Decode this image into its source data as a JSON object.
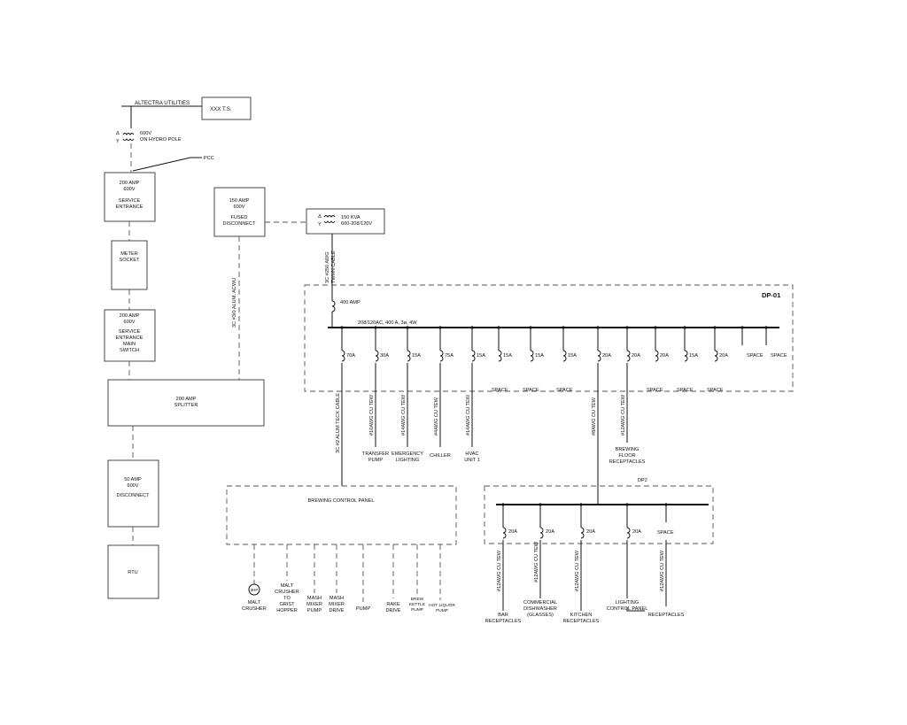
{
  "utility": {
    "name": "ALTECTRA UTILITIES",
    "ts": "XXX T.S.",
    "xfmr_line1": "600V",
    "xfmr_line2": "ON HYDRO POLE",
    "delta": "Δ",
    "wye": "Y",
    "pcc": "PCC"
  },
  "service_entrance": {
    "line1": "200 AMP",
    "line2": "600V",
    "line3": "SERVICE",
    "line4": "ENTRANCE"
  },
  "meter": {
    "line1": "METER",
    "line2": "SOCKET"
  },
  "main_switch": {
    "line1": "200 AMP",
    "line2": "600V",
    "line3": "SERVICE",
    "line4": "ENTRANCE",
    "line5": "MAIN",
    "line6": "SWITCH"
  },
  "splitter": {
    "line1": "200 AMP",
    "line2": "SPLITTER"
  },
  "disconnect50": {
    "line1": "50 AMP",
    "line2": "600V",
    "line3": "DISCONNECT"
  },
  "rtu": {
    "label": "RTU"
  },
  "fused": {
    "line1": "150 AMP",
    "line2": "600V",
    "line3": "FUSED",
    "line4": "DISCONNECT",
    "cable": "3C #3/0 ALUM. ACWU"
  },
  "xfmr2": {
    "line1": "150 KVA",
    "line2": "600-208/120V",
    "cable_line1": "3C #250 AWG",
    "cable_line2": "TWHN CABLE"
  },
  "dp01": {
    "title": "DP-01",
    "main": "400 AMP",
    "bus": "208/120AC, 400 A, 3ø, 4W",
    "breakers": [
      "70A",
      "30A",
      "15A",
      "75A",
      "15A",
      "15A",
      "15A",
      "15A",
      "20A",
      "20A",
      "20A",
      "15A",
      "20A",
      "SPACE",
      "SPACE"
    ],
    "spaces": [
      "SPACE",
      "SPACE",
      "SPACE",
      "SPACE",
      "SPACE",
      "SPACE"
    ]
  },
  "feeders": {
    "bcp": "3C #2 ALUM TECK CABLE",
    "transfer": "#10AWG CU TEW",
    "emergency": "#14AWG CU TEW",
    "chiller": "#4AWG CU TEW",
    "hvac": "#14AWG CU TEW",
    "dp2": "#8AWG CU TEW",
    "floor": "#12AWG CU TEW"
  },
  "loads": {
    "transfer_1": "TRANSFER",
    "transfer_2": "PUMP",
    "emergency_1": "EMERGENCY",
    "emergency_2": "LIGHTING",
    "chiller": "CHILLER",
    "hvac_1": "HVAC",
    "hvac_2": "UNIT 1",
    "floor_1": "BREWING",
    "floor_2": "FLOOR",
    "floor_3": "RECEPTACLES"
  },
  "bcp": {
    "title": "BREWING CONTROL PANEL"
  },
  "bcp_loads": {
    "motor_tag": "3HP",
    "malt_1": "MALT",
    "malt_2": "CRUSHER",
    "grist_1": "MALT",
    "grist_2": "CRUSHER",
    "grist_3": "TO",
    "grist_4": "GRIST",
    "grist_5": "HOPPER",
    "mmp_1": "MASH",
    "mmp_2": "MIXER",
    "mmp_3": "PUMP",
    "mmd_1": "MASH",
    "mmd_2": "MIXER",
    "mmd_3": "DRIVE",
    "pump": "PUMP",
    "rake_1": "RAKE",
    "rake_2": "DRIVE",
    "brew_1": "BREW",
    "brew_2": "KETTLE",
    "brew_3": "PUMP",
    "hot_1": "HOT LIQUOR",
    "hot_2": "PUMP"
  },
  "dp2": {
    "title": "DP2",
    "breakers": [
      "20A",
      "20A",
      "20A",
      "20A",
      "SPACE"
    ],
    "cables": [
      "#12AWG CU TEW",
      "#12AWG CU TEW",
      "#12AWG CU TEW",
      "#12AWG CU TEW"
    ],
    "bar_1": "BAR",
    "bar_2": "RECEPTACLES",
    "dish_1": "COMMERCIAL",
    "dish_2": "DISHWASHER",
    "dish_3": "(GLASSES)",
    "kitchen_1": "KITCHEN",
    "kitchen_2": "RECEPTACLES",
    "lighting_1": "LIGHTING",
    "lighting_2": "CONTROL PANEL",
    "recep": "RECEPTACLES"
  }
}
